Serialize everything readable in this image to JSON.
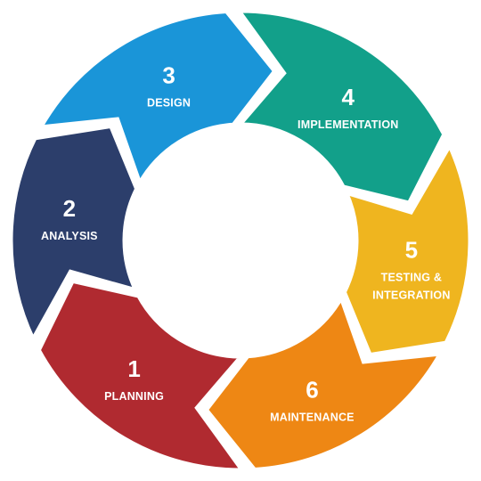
{
  "diagram": {
    "stages": [
      {
        "number": "1",
        "label": [
          "PLANNING"
        ],
        "color": "#b02a30"
      },
      {
        "number": "2",
        "label": [
          "ANALYSIS"
        ],
        "color": "#2c3e6b"
      },
      {
        "number": "3",
        "label": [
          "DESIGN"
        ],
        "color": "#1a95d8"
      },
      {
        "number": "4",
        "label": [
          "IMPLEMENTATION"
        ],
        "color": "#12a08a"
      },
      {
        "number": "5",
        "label": [
          "TESTING &",
          "INTEGRATION"
        ],
        "color": "#efb51f"
      },
      {
        "number": "6",
        "label": [
          "MAINTENANCE"
        ],
        "color": "#ee8714"
      }
    ]
  }
}
